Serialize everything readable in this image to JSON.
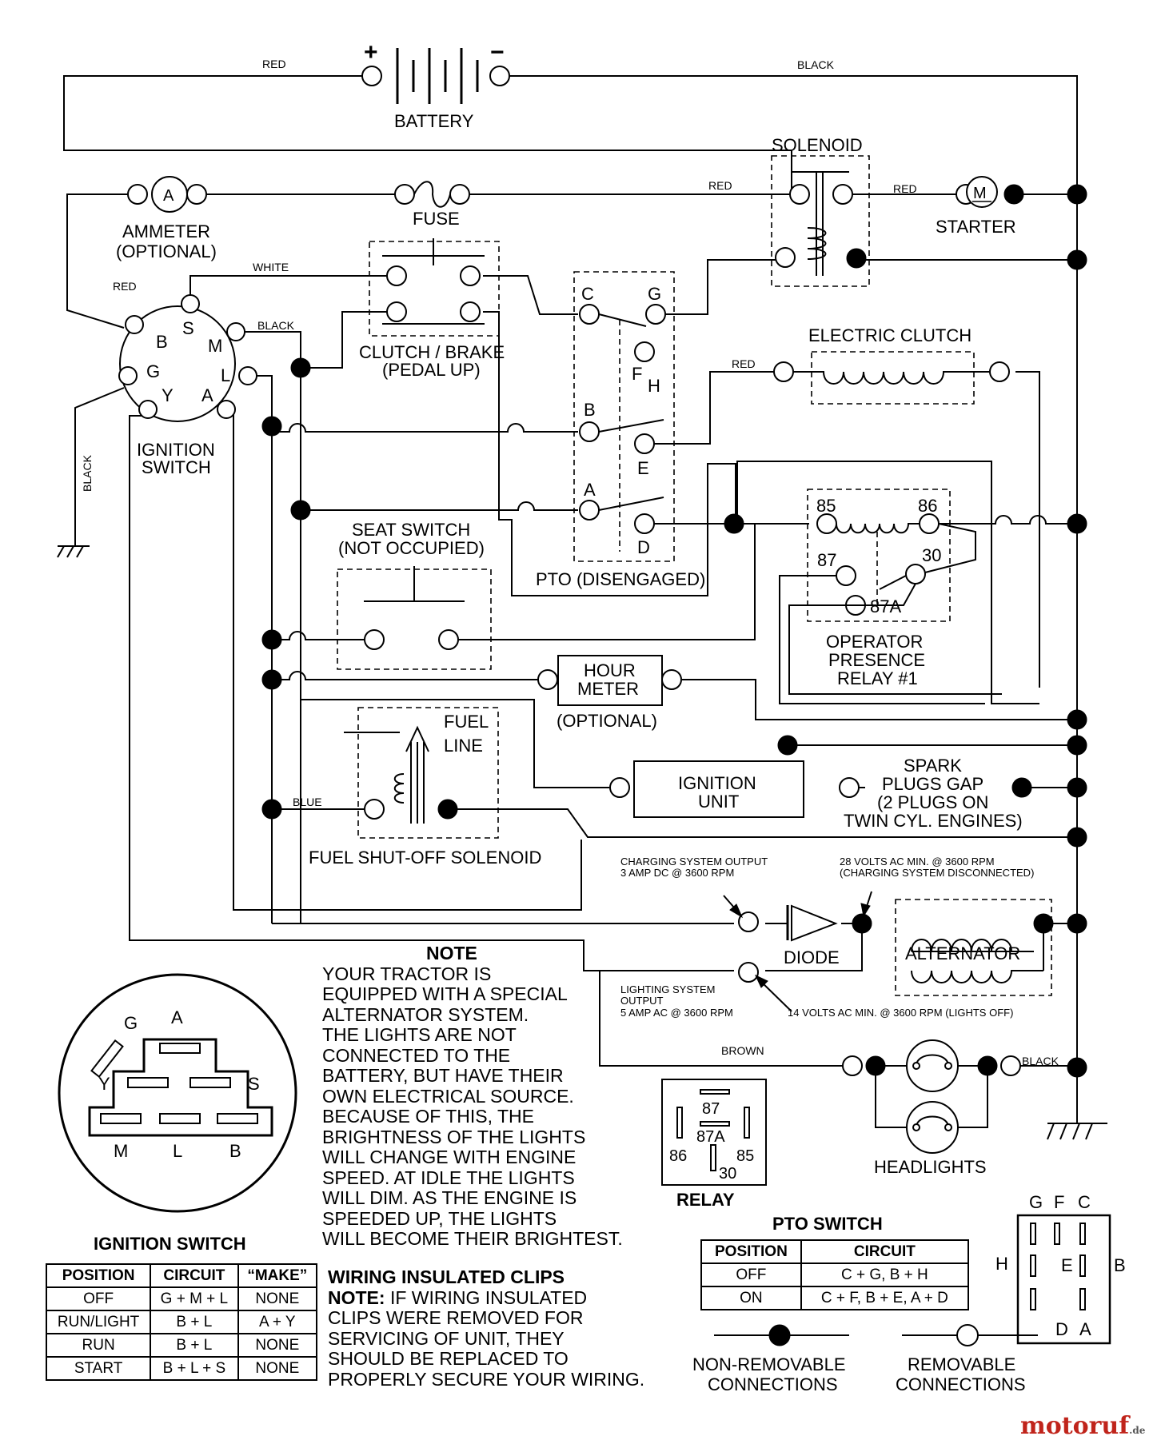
{
  "labels": {
    "battery": "BATTERY",
    "solenoid": "SOLENOID",
    "starter": "STARTER",
    "ammeter_line1": "AMMETER",
    "ammeter_line2": "(OPTIONAL)",
    "ammeter_symbol": "A",
    "starter_symbol": "M",
    "fuse": "FUSE",
    "clutch_brake_line1": "CLUTCH / BRAKE",
    "clutch_brake_line2": "(PEDAL UP)",
    "electric_clutch": "ELECTRIC CLUTCH",
    "ignition_switch_line1": "IGNITION",
    "ignition_switch_line2": "SWITCH",
    "seat_switch_line1": "SEAT SWITCH",
    "seat_switch_line2": "(NOT OCCUPIED)",
    "pto": "PTO (DISENGAGED)",
    "operator_line1": "OPERATOR",
    "operator_line2": "PRESENCE",
    "operator_line3": "RELAY #1",
    "hour_meter_line1": "HOUR",
    "hour_meter_line2": "METER",
    "hour_meter_line3": "(OPTIONAL)",
    "fuel_line1": "FUEL",
    "fuel_line2": "LINE",
    "ignition_unit_line1": "IGNITION",
    "ignition_unit_line2": "UNIT",
    "spark_line1": "SPARK",
    "spark_line2": "PLUGS GAP",
    "spark_line3": "(2 PLUGS ON",
    "spark_line4": "TWIN CYL. ENGINES)",
    "fuel_solenoid": "FUEL SHUT-OFF SOLENOID",
    "charging_line1": "CHARGING SYSTEM OUTPUT",
    "charging_line2": "3 AMP DC @ 3600 RPM",
    "ac28_line1": "28 VOLTS AC MIN. @ 3600 RPM",
    "ac28_line2": "(CHARGING SYSTEM DISCONNECTED)",
    "diode": "DIODE",
    "alternator": "ALTERNATOR",
    "lighting_line1": "LIGHTING SYSTEM",
    "lighting_line2": "OUTPUT",
    "lighting_line3": "5 AMP AC @ 3600 RPM",
    "ac14": "14 VOLTS AC MIN. @ 3600 RPM (LIGHTS OFF)",
    "headlights": "HEADLIGHTS",
    "relay": "RELAY",
    "pto_switch": "PTO SWITCH",
    "non_removable_line1": "NON-REMOVABLE",
    "non_removable_line2": "CONNECTIONS",
    "removable_line1": "REMOVABLE",
    "removable_line2": "CONNECTIONS",
    "ignition_switch_title": "IGNITION SWITCH"
  },
  "wires": {
    "red": "RED",
    "black": "BLACK",
    "white": "WHITE",
    "blue": "BLUE",
    "brown": "BROWN"
  },
  "terminals": {
    "ign": [
      "B",
      "S",
      "M",
      "G",
      "L",
      "Y",
      "A"
    ],
    "pto": [
      "C",
      "G",
      "F",
      "H",
      "B",
      "E",
      "A",
      "D"
    ],
    "opr": [
      "85",
      "86",
      "87",
      "30",
      "87A"
    ],
    "relay_pins": [
      "87",
      "87A",
      "86",
      "85",
      "30"
    ],
    "ign_face": [
      "G",
      "A",
      "Y",
      "S",
      "M",
      "L",
      "B"
    ],
    "pto_face": [
      "G",
      "F",
      "C",
      "H",
      "E",
      "B",
      "D",
      "A"
    ]
  },
  "symbols": {
    "plus": "+",
    "minus": "−"
  },
  "note": {
    "title": "NOTE",
    "lines": [
      "YOUR TRACTOR IS",
      "EQUIPPED WITH A SPECIAL",
      "ALTERNATOR SYSTEM.",
      "THE LIGHTS ARE NOT",
      "CONNECTED TO THE",
      "BATTERY, BUT HAVE THEIR",
      "OWN ELECTRICAL SOURCE.",
      "BECAUSE OF THIS, THE",
      "BRIGHTNESS OF THE LIGHTS",
      "WILL CHANGE WITH ENGINE",
      "SPEED.  AT IDLE THE LIGHTS",
      "WILL DIM.  AS THE ENGINE IS",
      "SPEEDED UP, THE LIGHTS",
      "WILL BECOME THEIR BRIGHTEST."
    ]
  },
  "clips": {
    "title": "WIRING INSULATED CLIPS",
    "note_prefix": "NOTE:",
    "lines": [
      " IF WIRING INSULATED",
      "CLIPS WERE REMOVED FOR",
      "SERVICING OF UNIT, THEY",
      "SHOULD BE REPLACED TO",
      "PROPERLY SECURE YOUR WIRING."
    ]
  },
  "ignition_table": {
    "headers": [
      "POSITION",
      "CIRCUIT",
      "“MAKE”"
    ],
    "rows": [
      [
        "OFF",
        "G + M + L",
        "NONE"
      ],
      [
        "RUN/LIGHT",
        "B + L",
        "A + Y"
      ],
      [
        "RUN",
        "B + L",
        "NONE"
      ],
      [
        "START",
        "B + L + S",
        "NONE"
      ]
    ]
  },
  "pto_table": {
    "headers": [
      "POSITION",
      "CIRCUIT"
    ],
    "rows": [
      [
        "OFF",
        "C + G, B + H"
      ],
      [
        "ON",
        "C + F, B + E, A + D"
      ]
    ]
  },
  "watermark": {
    "main": "motoruf",
    "suffix": ".de"
  }
}
